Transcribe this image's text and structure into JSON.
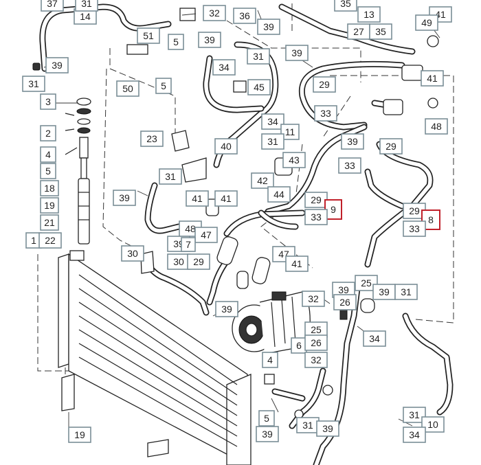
{
  "diagram": {
    "callouts": [
      {
        "id": "c-37",
        "label": "37"
      },
      {
        "id": "c-14",
        "label": "14"
      },
      {
        "id": "c-31-top-l",
        "label": "31"
      },
      {
        "id": "c-32-top",
        "label": "32"
      },
      {
        "id": "c-36",
        "label": "36"
      },
      {
        "id": "c-39-top",
        "label": "39"
      },
      {
        "id": "c-35-top",
        "label": "35"
      },
      {
        "id": "c-13",
        "label": "13"
      },
      {
        "id": "c-27",
        "label": "27"
      },
      {
        "id": "c-35",
        "label": "35"
      },
      {
        "id": "c-41-tr",
        "label": "41"
      },
      {
        "id": "c-49",
        "label": "49"
      },
      {
        "id": "c-39-a",
        "label": "39"
      },
      {
        "id": "c-31-a",
        "label": "31"
      },
      {
        "id": "c-3",
        "label": "3"
      },
      {
        "id": "c-51",
        "label": "51"
      },
      {
        "id": "c-5-a",
        "label": "5"
      },
      {
        "id": "c-39-b",
        "label": "39"
      },
      {
        "id": "c-31-b",
        "label": "31"
      },
      {
        "id": "c-34-a",
        "label": "34"
      },
      {
        "id": "c-50",
        "label": "50"
      },
      {
        "id": "c-5-b",
        "label": "5"
      },
      {
        "id": "c-45",
        "label": "45"
      },
      {
        "id": "c-39-c",
        "label": "39"
      },
      {
        "id": "c-29-a",
        "label": "29"
      },
      {
        "id": "c-41-r",
        "label": "41"
      },
      {
        "id": "c-33-a",
        "label": "33"
      },
      {
        "id": "c-48-r",
        "label": "48"
      },
      {
        "id": "c-2",
        "label": "2"
      },
      {
        "id": "c-4-l",
        "label": "4"
      },
      {
        "id": "c-5-l",
        "label": "5"
      },
      {
        "id": "c-18",
        "label": "18"
      },
      {
        "id": "c-19-l",
        "label": "19"
      },
      {
        "id": "c-21",
        "label": "21"
      },
      {
        "id": "c-1",
        "label": "1"
      },
      {
        "id": "c-22",
        "label": "22"
      },
      {
        "id": "c-23",
        "label": "23"
      },
      {
        "id": "c-40",
        "label": "40"
      },
      {
        "id": "c-34-b",
        "label": "34"
      },
      {
        "id": "c-11",
        "label": "11"
      },
      {
        "id": "c-31-c",
        "label": "31"
      },
      {
        "id": "c-39-d",
        "label": "39"
      },
      {
        "id": "c-29-b",
        "label": "29"
      },
      {
        "id": "c-43",
        "label": "43"
      },
      {
        "id": "c-42",
        "label": "42"
      },
      {
        "id": "c-44",
        "label": "44"
      },
      {
        "id": "c-33-b",
        "label": "33"
      },
      {
        "id": "c-31-d",
        "label": "31"
      },
      {
        "id": "c-39-e",
        "label": "39"
      },
      {
        "id": "c-41-m1",
        "label": "41"
      },
      {
        "id": "c-41-m2",
        "label": "41"
      },
      {
        "id": "c-29-c",
        "label": "29"
      },
      {
        "id": "c-9",
        "label": "9"
      },
      {
        "id": "c-33-c",
        "label": "33"
      },
      {
        "id": "c-29-d",
        "label": "29"
      },
      {
        "id": "c-8",
        "label": "8"
      },
      {
        "id": "c-33-d",
        "label": "33"
      },
      {
        "id": "c-48-m",
        "label": "48"
      },
      {
        "id": "c-47-a",
        "label": "47"
      },
      {
        "id": "c-39-f",
        "label": "39"
      },
      {
        "id": "c-7",
        "label": "7"
      },
      {
        "id": "c-30-a",
        "label": "30"
      },
      {
        "id": "c-30-b",
        "label": "30"
      },
      {
        "id": "c-29-e",
        "label": "29"
      },
      {
        "id": "c-47-b",
        "label": "47"
      },
      {
        "id": "c-41-b",
        "label": "41"
      },
      {
        "id": "c-39-g",
        "label": "39"
      },
      {
        "id": "c-32-m",
        "label": "32"
      },
      {
        "id": "c-39-h",
        "label": "39"
      },
      {
        "id": "c-26",
        "label": "26"
      },
      {
        "id": "c-25-a",
        "label": "25"
      },
      {
        "id": "c-39-i",
        "label": "39"
      },
      {
        "id": "c-31-e",
        "label": "31"
      },
      {
        "id": "c-25-b",
        "label": "25"
      },
      {
        "id": "c-6",
        "label": "6"
      },
      {
        "id": "c-26-b",
        "label": "26"
      },
      {
        "id": "c-34-c",
        "label": "34"
      },
      {
        "id": "c-32-b",
        "label": "32"
      },
      {
        "id": "c-4-b",
        "label": "4"
      },
      {
        "id": "c-19-b",
        "label": "19"
      },
      {
        "id": "c-5-c",
        "label": "5"
      },
      {
        "id": "c-39-j",
        "label": "39"
      },
      {
        "id": "c-31-f",
        "label": "31"
      },
      {
        "id": "c-39-k",
        "label": "39"
      },
      {
        "id": "c-31-g",
        "label": "31"
      },
      {
        "id": "c-10",
        "label": "10"
      },
      {
        "id": "c-34-d",
        "label": "34"
      }
    ]
  }
}
